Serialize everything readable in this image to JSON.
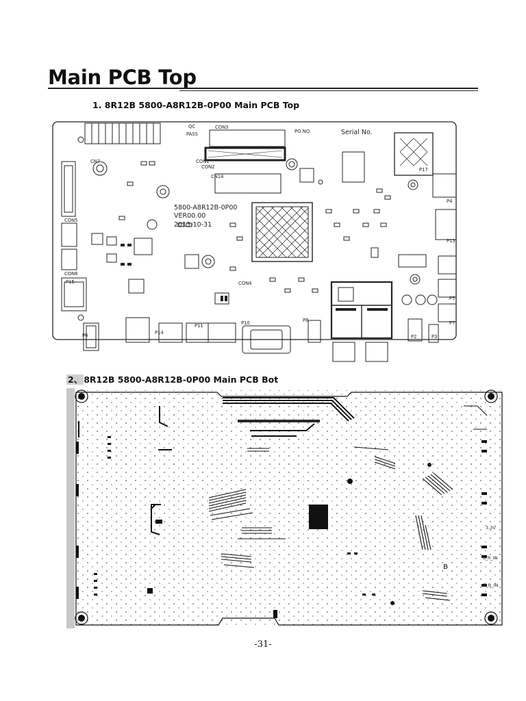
{
  "page": {
    "title": "Main PCB Top",
    "page_number": "-31-"
  },
  "figures": [
    {
      "caption": "1.  8R12B 5800-A8R12B-0P00 Main PCB Top",
      "board_labels": {
        "model": "5800-A8R12B-0P00",
        "version": "VER00.00",
        "date": "2013-10-31",
        "serial": "Serial No.",
        "po": "PO NO.",
        "qc": "QC",
        "pass": "PASS",
        "connectors": [
          "CON3",
          "CON1",
          "CON2",
          "CN14",
          "CN7",
          "CON5",
          "CON8",
          "CON4",
          "P15",
          "P14",
          "P11",
          "P10",
          "P8",
          "P6",
          "P2",
          "P3",
          "P4",
          "P5",
          "P7",
          "P13",
          "P17"
        ]
      }
    },
    {
      "caption_number": "2、",
      "caption_text": "8R12B    5800-A8R12B-0P00 Main PCB Bot",
      "board_labels": {
        "net_a": "3.3V",
        "net_b": "L_R_IN",
        "net_c": "R_R_IN",
        "ref": "B"
      }
    }
  ]
}
